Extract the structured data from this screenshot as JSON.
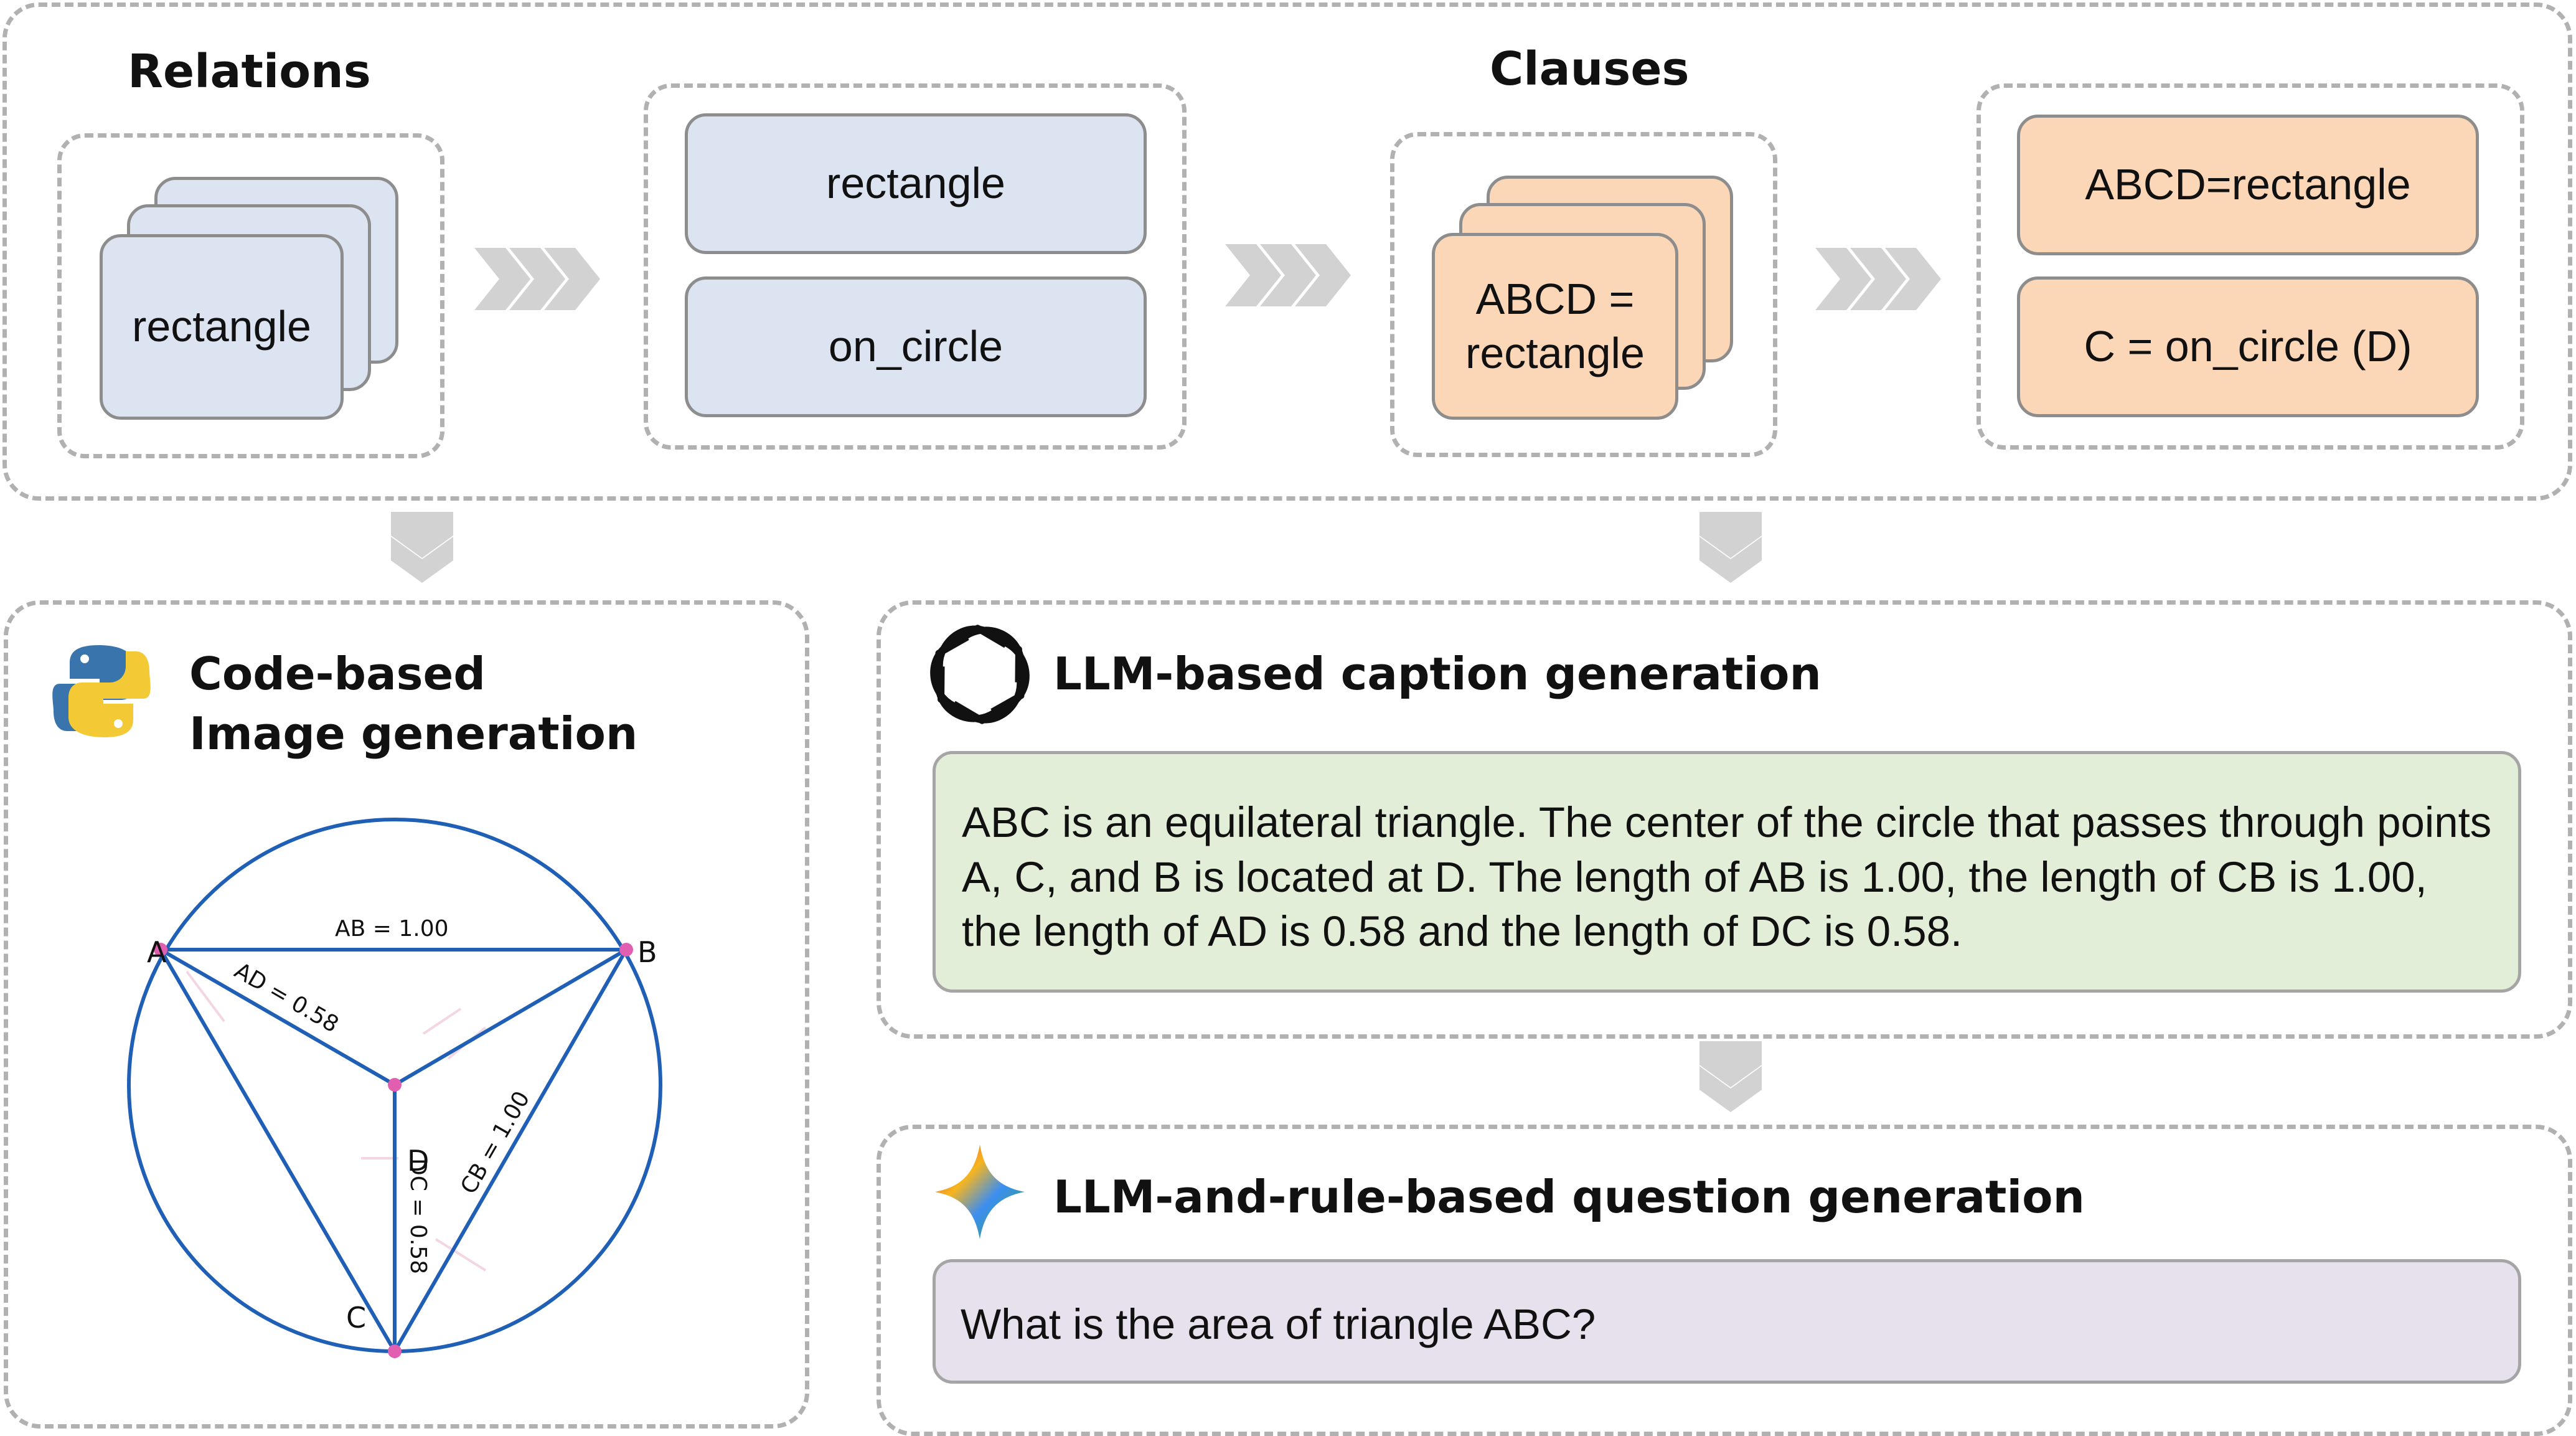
{
  "top": {
    "relations_title": "Relations",
    "clauses_title": "Clauses",
    "relation_stack_label": "rectangle",
    "relation_list": [
      "rectangle",
      "on_circle"
    ],
    "clause_stack_label": "ABCD = rectangle",
    "clause_list": [
      "ABCD=rectangle",
      "C = on_circle (D)"
    ]
  },
  "code_panel": {
    "title_line1": "Code-based",
    "title_line2": "Image generation",
    "icon": "python-logo-icon",
    "figure": {
      "points": [
        "A",
        "B",
        "C",
        "D"
      ],
      "labels": [
        "AB = 1.00",
        "AD = 0.58",
        "CB = 1.00",
        "DC = 0.58"
      ]
    }
  },
  "caption_panel": {
    "title": "LLM-based caption generation",
    "icon": "openai-logo-icon",
    "text": "ABC is an equilateral triangle. The center of the circle that passes through points A, C, and B is located at D. The length of AB is 1.00, the length of CB is 1.00, the length of AD is 0.58 and the length of DC is 0.58."
  },
  "question_panel": {
    "title": "LLM-and-rule-based question generation",
    "icon": "gemini-sparkle-icon",
    "text": "What is the area of triangle ABC?"
  },
  "colors": {
    "relation_fill": "#dbe4f0",
    "clause_fill": "#fbd6b7",
    "caption_fill": "#e2eed8",
    "question_fill": "#e6e1ec",
    "geometry_blue": "#1f5fb5",
    "point_pink": "#e05fb0",
    "dashed_border": "#b1b1b1"
  }
}
